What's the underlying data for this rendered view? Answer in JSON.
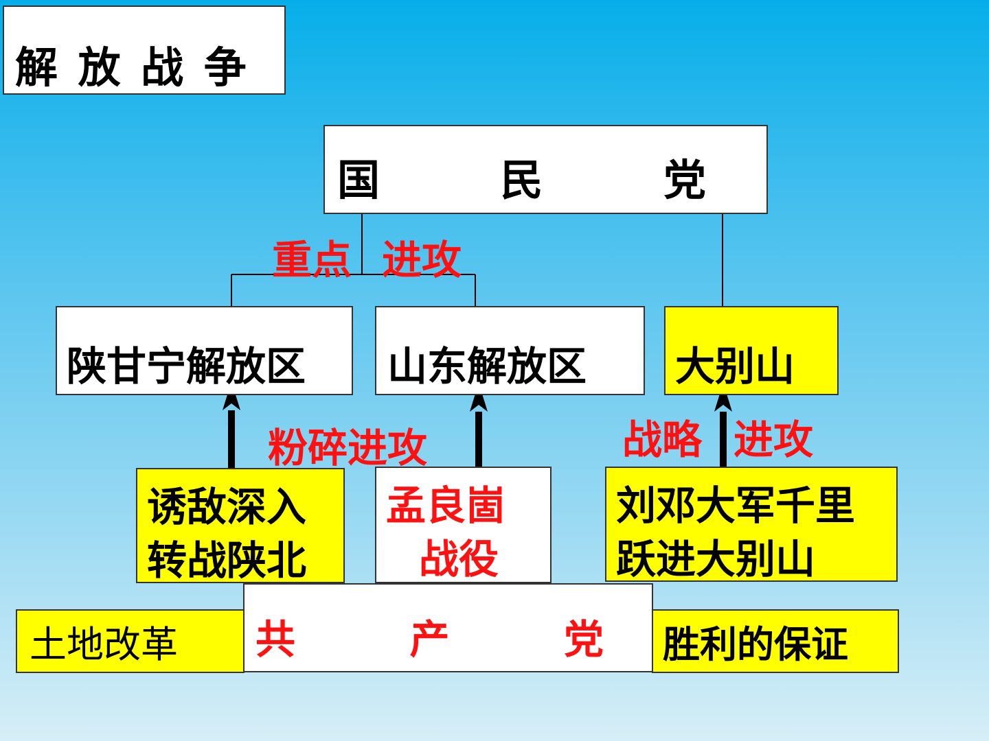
{
  "title": "解 放 战 争",
  "kmt": [
    "国",
    "民",
    "党"
  ],
  "ccp": [
    "共",
    "产",
    "党"
  ],
  "regions": {
    "shaanganning": "陕甘宁解放区",
    "shandong": "山东解放区",
    "dabieshan": "大别山"
  },
  "labels": {
    "key_offensive_a": "重点",
    "key_offensive_b": "进攻",
    "smash_offensive": "粉碎进攻",
    "strategic_a": "战略",
    "strategic_b": "进攻"
  },
  "events": {
    "lure_line1": "诱敌深入",
    "lure_line2": "转战陕北",
    "menglianggu_line1": "孟良崮",
    "menglianggu_line2": "战役",
    "liudeng_line1": "刘邓大军千里",
    "liudeng_line2": "跃进大别山"
  },
  "land_reform": "土地改革",
  "guarantee": "胜利的保证",
  "colors": {
    "accent_red": "#ff1111",
    "highlight_yellow": "#ffff00",
    "background_top": "#06aee9",
    "background_bottom": "#d6eef7"
  }
}
